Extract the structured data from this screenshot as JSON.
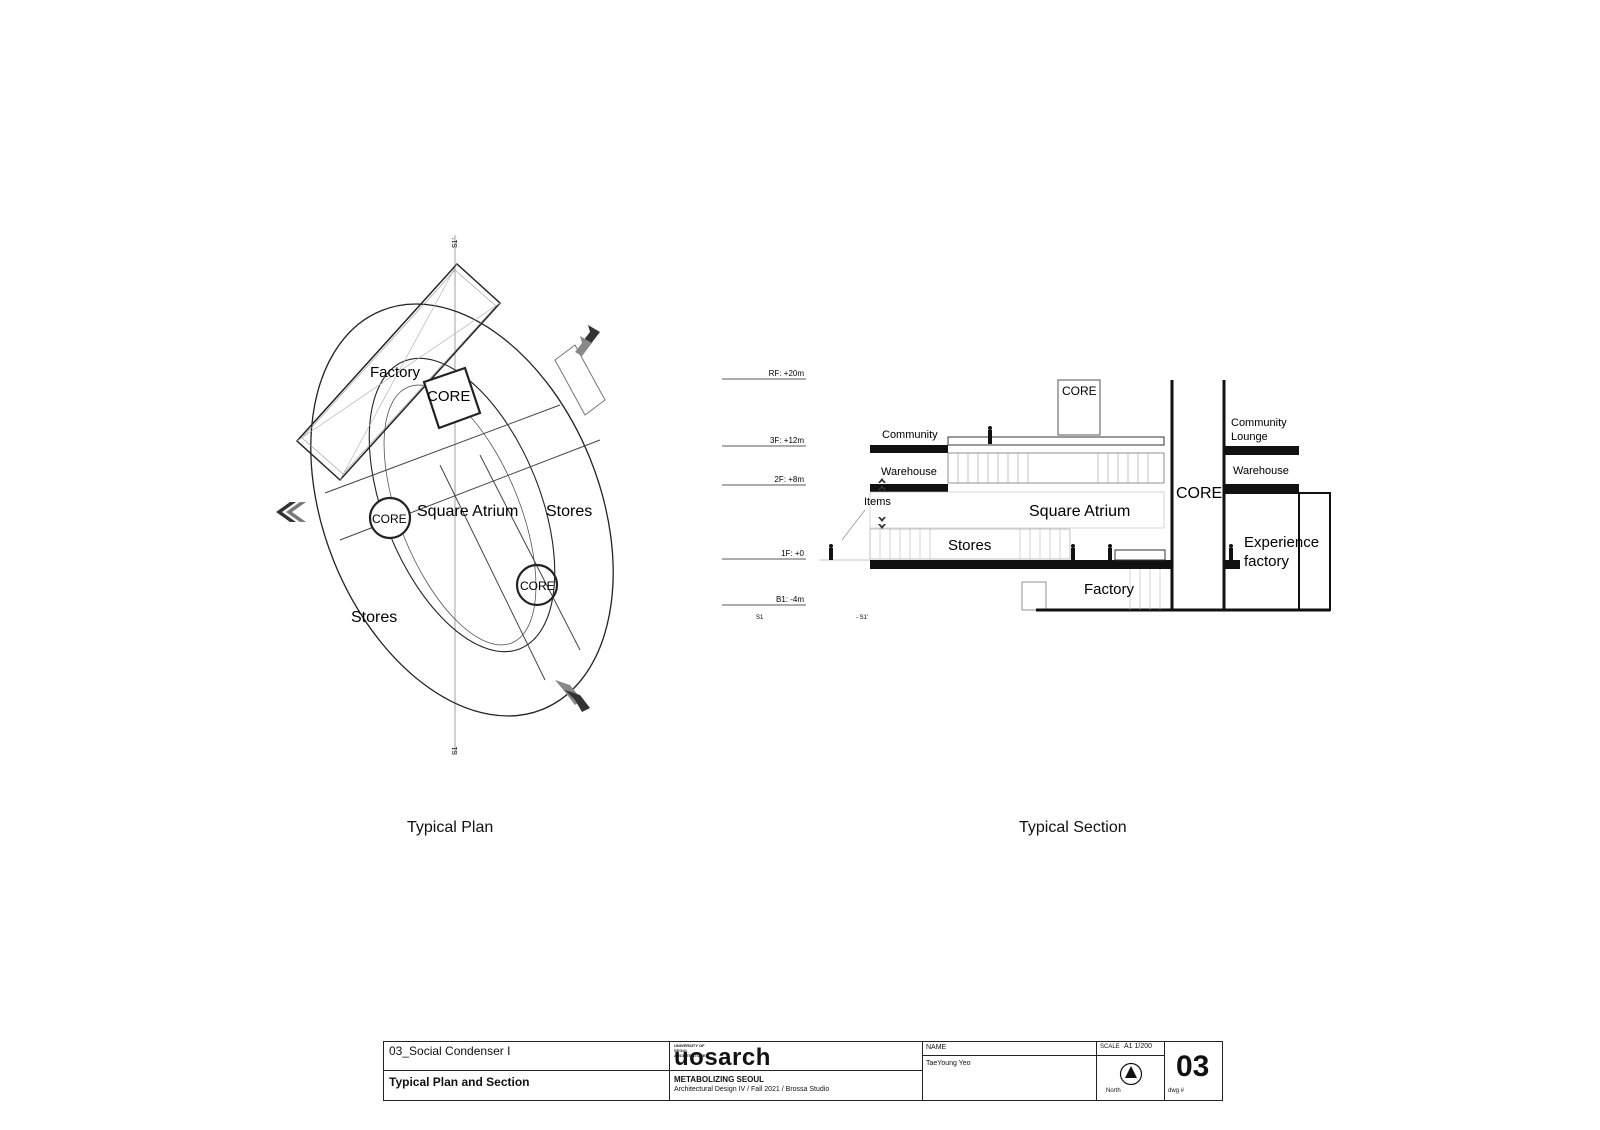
{
  "plan": {
    "caption": "Typical Plan",
    "labels": {
      "factory": "Factory",
      "core_top": "CORE",
      "core_left": "CORE",
      "core_right": "CORE",
      "atrium": "Square Atrium",
      "stores_right": "Stores",
      "stores_left": "Stores"
    },
    "section_mark_top": "S1'",
    "section_mark_bottom": "S1"
  },
  "section": {
    "caption": "Typical Section",
    "levels": [
      {
        "label": "RF: +20m"
      },
      {
        "label": "3F: +12m"
      },
      {
        "label": "2F: +8m"
      },
      {
        "label": "1F: +0"
      },
      {
        "label": "B1: -4m"
      }
    ],
    "mark_left": "S1",
    "mark_right": "- S1'",
    "labels": {
      "core_roof": "CORE",
      "community": "Community",
      "warehouse_left": "Warehouse",
      "items": "Items",
      "atrium": "Square Atrium",
      "stores": "Stores",
      "factory": "Factory",
      "core_tower": "CORE",
      "community_lounge_1": "Community",
      "community_lounge_2": "Lounge",
      "warehouse_right": "Warehouse",
      "experience_1": "Experience",
      "experience_2": "factory"
    }
  },
  "title_block": {
    "project": "03_Social Condenser I",
    "sheet_title": "Typical Plan and Section",
    "logo_small": "UNIVERSITY OF SEOUL ARCHITECTURE",
    "logo": "uosarch",
    "studio_title": "METABOLIZING SEOUL",
    "studio_sub": "Architectural Design IV / Fall 2021 / Brossa Studio",
    "name_label": "NAME",
    "name_value": "TaeYoung Yeo",
    "scale_label": "SCALE",
    "scale_value": "A1 1/200",
    "north_label": "North",
    "dwg_number": "03",
    "dwg_label": "dwg #"
  }
}
